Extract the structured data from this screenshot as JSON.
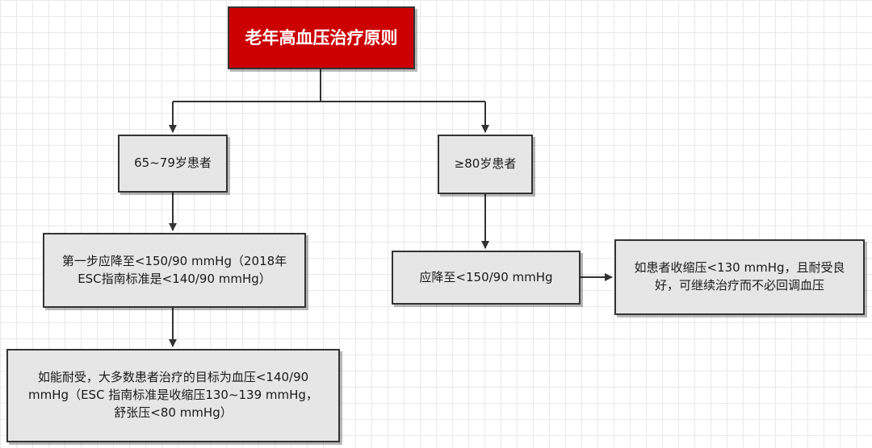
{
  "title": "老年高血压治疗原则",
  "left_group": "65~79岁患者",
  "right_group": "≥80岁患者",
  "left_step1": "第一步应降至<150/90 mmHg（2018年ESC指南标准是<140/90 mmHg）",
  "left_step2": "如能耐受，大多数患者治疗的目标为血压<140/90 mmHg（ESC 指南标准是收缩压130~139 mmHg，舒张压<80 mmHg）",
  "right_step1": "应降至<150/90 mmHg",
  "right_step2": "如患者收缩压<130 mmHg，且耐受良好，可继续治疗而不必回调血压",
  "colors": {
    "title_fill": "#cc0000",
    "node_fill": "#e6e6e6",
    "border": "#333333"
  }
}
